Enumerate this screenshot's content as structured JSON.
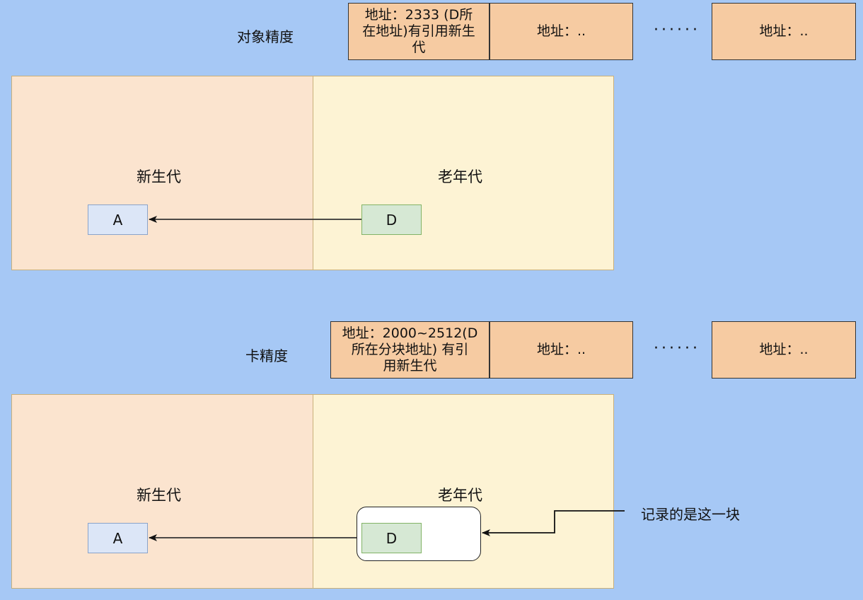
{
  "object_precision": {
    "label": "对象精度",
    "cells": [
      {
        "line1": "地址：2333 (D所",
        "line2": "在地址)有引用新生",
        "line3": "代"
      },
      {
        "text": "地址：.."
      },
      {
        "text": "地址：.."
      }
    ],
    "dots": "······",
    "young_title": "新生代",
    "old_title": "老年代",
    "obj_a": "A",
    "obj_d": "D"
  },
  "card_precision": {
    "label": "卡精度",
    "cells": [
      {
        "line1": "地址：2000~2512(D",
        "line2": "所在分块地址) 有引",
        "line3": "用新生代"
      },
      {
        "text": "地址：.."
      },
      {
        "text": "地址：.."
      }
    ],
    "dots": "······",
    "young_title": "新生代",
    "old_title": "老年代",
    "obj_a": "A",
    "obj_d": "D",
    "annotation": "记录的是这一块"
  }
}
